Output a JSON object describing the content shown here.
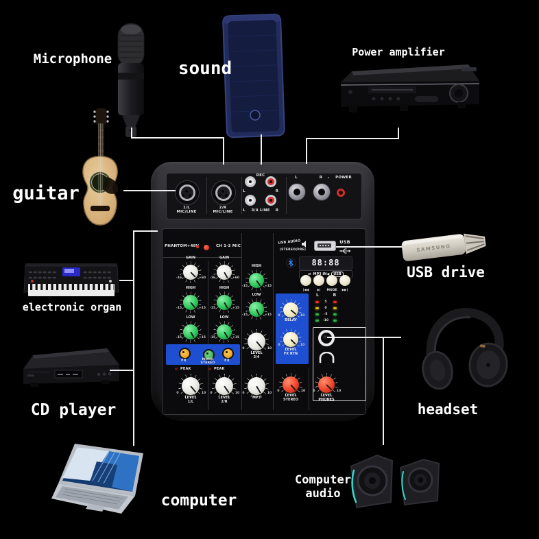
{
  "colors": {
    "background": "#000000",
    "connection_line": "#f2f2f2",
    "mixer_blue": "#1d4fd0",
    "knob_white": "#f2f2ee",
    "knob_green": "#2ec95c",
    "knob_cream": "#f3ecc2",
    "knob_red": "#f04428",
    "button_orange": "#f0a020",
    "button_green": "#38b84a",
    "power_red": "#e03424",
    "speaker_accent": "#37d6cc"
  },
  "devices": {
    "microphone": {
      "label": "Microphone"
    },
    "sound": {
      "label": "sound"
    },
    "power_amplifier": {
      "label": "Power amplifier"
    },
    "guitar": {
      "label": "guitar"
    },
    "electronic_organ": {
      "label": "electronic organ"
    },
    "cd_player": {
      "label": "CD player"
    },
    "computer": {
      "label": "computer"
    },
    "usb_drive": {
      "label": "USB drive",
      "brand": "SAMSUNG"
    },
    "headset": {
      "label": "headset"
    },
    "computer_audio": {
      "label": "Computer\naudio"
    }
  },
  "connections": [
    {
      "from": "microphone",
      "to": "mixer"
    },
    {
      "from": "sound",
      "to": "mixer"
    },
    {
      "from": "power_amplifier",
      "to": "mixer"
    },
    {
      "from": "guitar",
      "to": "mixer"
    },
    {
      "from": "electronic_organ",
      "to": "mixer"
    },
    {
      "from": "cd_player",
      "to": "mixer"
    },
    {
      "from": "computer",
      "to": "mixer"
    },
    {
      "from": "usb_drive",
      "to": "mixer"
    },
    {
      "from": "headset",
      "to": "mixer"
    },
    {
      "from": "computer_audio",
      "to": "mixer"
    }
  ],
  "mixer": {
    "top_panel": {
      "xlr1": "1/L\nMIC/LINE",
      "xlr2": "2/R\nMIC/LINE",
      "rec": "REC",
      "line34": "3/4 LINE",
      "rec_l": "L",
      "rec_r": "R",
      "line_l": "L",
      "line_r": "R",
      "out_l": "L",
      "out_r": "R",
      "power": "POWER"
    },
    "header": {
      "phantom": "PHANTOM+48V",
      "ch_mic": "CH 1-2 MIC"
    },
    "peak": "PEAK",
    "fx_strip": {
      "fx1": "FX",
      "mono_stereo": "MONO\nSTEREO",
      "fx2": "FX"
    },
    "usb_section": {
      "usb_audio": "USB AUDIO",
      "stereo_pre": "(STEREO(PRE)",
      "usb": "USB"
    },
    "display": {
      "time": "88:88",
      "arrows": "⇄",
      "source": "MP3 IN◀",
      "badge": "USB"
    },
    "transport": {
      "buttons": [
        "|◀◀",
        "▶|",
        "MODE",
        "▶▶|"
      ]
    },
    "meter": {
      "l": "L",
      "r": "R",
      "rows": [
        {
          "label": "5",
          "color": "#e83020"
        },
        {
          "label": "0",
          "color": "#d8b818"
        },
        {
          "label": "-5",
          "color": "#2eb848"
        },
        {
          "label": "-10",
          "color": "#2eb848"
        }
      ]
    },
    "knobs": [
      {
        "id": "ch1-gain",
        "label": "GAIN",
        "min": "-16",
        "max": "+60",
        "color": "white"
      },
      {
        "id": "ch2-gain",
        "label": "GAIN",
        "min": "-16",
        "max": "+60",
        "color": "white"
      },
      {
        "id": "ch1-high",
        "label": "HIGH",
        "min": "-15",
        "max": "+15",
        "color": "green"
      },
      {
        "id": "ch2-high",
        "label": "HIGH",
        "min": "-15",
        "max": "+15",
        "color": "green"
      },
      {
        "id": "ch3-high",
        "label": "HIGH",
        "min": "-15",
        "max": "+15",
        "color": "green"
      },
      {
        "id": "ch1-low",
        "label": "LOW",
        "min": "-15",
        "max": "+15",
        "color": "green"
      },
      {
        "id": "ch2-low",
        "label": "LOW",
        "min": "-15",
        "max": "+15",
        "color": "green"
      },
      {
        "id": "ch3-low",
        "label": "LOW",
        "min": "-15",
        "max": "+15",
        "color": "green"
      },
      {
        "id": "level-3-4",
        "label": "LEVEL\n3/4",
        "min": "0",
        "max": "10",
        "color": "white"
      },
      {
        "id": "delay",
        "label": "DELAY",
        "min": "0",
        "max": "10",
        "color": "cream"
      },
      {
        "id": "level-fx-rtn",
        "label": "LEVEL\nFX RTN",
        "min": "0",
        "max": "10",
        "color": "cream"
      },
      {
        "id": "level-1-l",
        "label": "LEVEL\n1/L",
        "min": "0",
        "max": "10",
        "color": "white"
      },
      {
        "id": "level-2-r",
        "label": "LEVEL\n2/R",
        "min": "0",
        "max": "10",
        "color": "white"
      },
      {
        "id": "mp3",
        "label": "MP3",
        "min": "0",
        "max": "10",
        "color": "white"
      },
      {
        "id": "level-stereo",
        "label": "LEVEL\nSTEREO",
        "min": "0",
        "max": "10",
        "color": "red"
      },
      {
        "id": "level-phones",
        "label": "LEVEL\nPHONES",
        "min": "0",
        "max": "10",
        "color": "red"
      }
    ]
  }
}
